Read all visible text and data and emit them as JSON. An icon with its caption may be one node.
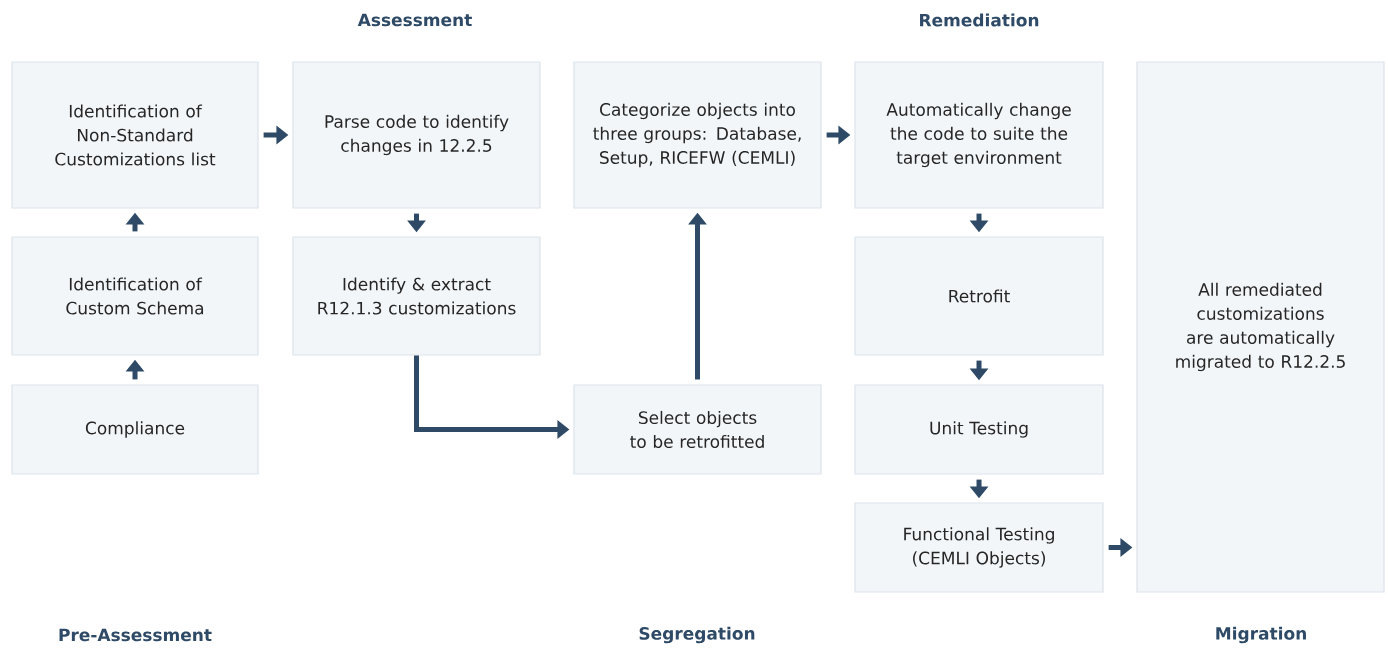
{
  "diagram": {
    "nodes": [
      {
        "text": [
          "Identification of Non-Standard Customizations list"
        ]
      },
      {
        "text": [
          "Identification of Custom Schema"
        ]
      },
      {
        "text": [
          "Compliance"
        ]
      },
      {
        "text": [
          "Parse code to identify changes in 12.2.5"
        ]
      },
      {
        "text": [
          "Identify & extract R12.1.3 customizations"
        ]
      },
      {
        "text": [
          "Categorize objects into three groups: Database, Setup, RICEFW (CEMLI)"
        ]
      },
      {
        "text": [
          "Select objects to be retrofitted"
        ]
      },
      {
        "text": [
          "Automatically change the code to suite the target environment"
        ]
      },
      {
        "text": [
          "Retrofit"
        ]
      },
      {
        "text": [
          "Unit Testing"
        ]
      },
      {
        "text": [
          "Functional Testing (CEMLI Objects)"
        ]
      },
      {
        "text": [
          "All remediated customizations are automatically migrated to R12.2.5"
        ]
      }
    ],
    "edges": [
      {
        "from": 2,
        "to": 1,
        "arrow": "to"
      },
      {
        "from": 1,
        "to": 0,
        "arrow": "to"
      },
      {
        "from": 0,
        "to": 3,
        "arrow": "to"
      },
      {
        "from": 3,
        "to": 4,
        "arrow": "to"
      },
      {
        "from": 4,
        "to": 6,
        "arrow": "to"
      },
      {
        "from": 6,
        "to": 5,
        "arrow": "to"
      },
      {
        "from": 5,
        "to": 7,
        "arrow": "to"
      },
      {
        "from": 7,
        "to": 8,
        "arrow": "to"
      },
      {
        "from": 8,
        "to": 9,
        "arrow": "to"
      },
      {
        "from": 9,
        "to": 10,
        "arrow": "to"
      },
      {
        "from": 10,
        "to": 11,
        "arrow": "to"
      }
    ],
    "labels": [
      "Assessment",
      "Remediation",
      "Pre-Assessment",
      "Segregation",
      "Migration"
    ]
  }
}
